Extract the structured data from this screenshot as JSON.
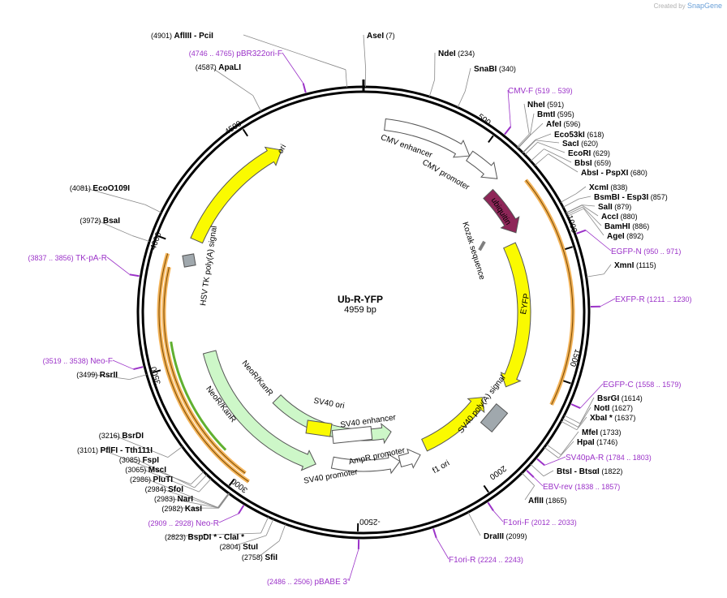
{
  "brand": {
    "created_by": "Created by",
    "app": "SnapGene"
  },
  "plasmid": {
    "name": "Ub-R-YFP",
    "length": "4959 bp",
    "total": 4959
  },
  "colors": {
    "backbone": "#000000",
    "yellow": "#fafa00",
    "ubiquitin": "#8e2658",
    "kozak": "#7f7f7f",
    "neo": "#cdf7c8",
    "grey_box": "#a0a8ad",
    "primer": "#9b32c8",
    "orange": "#f0a030",
    "green_arrow": "#60b030"
  },
  "ticks": [
    "500",
    "1000",
    "1500",
    "2000",
    "2500",
    "3000",
    "3500",
    "4000",
    "4500"
  ],
  "sites": [
    {
      "name": "AflIII",
      "extra": "PciI",
      "pos": "(4901)",
      "bp": 4901
    },
    {
      "name": "AseI",
      "pos": "(7)",
      "bp": 7
    },
    {
      "name": "NdeI",
      "pos": "(234)",
      "bp": 234
    },
    {
      "name": "SnaBI",
      "pos": "(340)",
      "bp": 340
    },
    {
      "name": "NheI",
      "pos": "(591)",
      "bp": 591
    },
    {
      "name": "BmtI",
      "pos": "(595)",
      "bp": 595
    },
    {
      "name": "AfeI",
      "pos": "(596)",
      "bp": 596
    },
    {
      "name": "Eco53kI",
      "pos": "(618)",
      "bp": 618
    },
    {
      "name": "SacI",
      "pos": "(620)",
      "bp": 620
    },
    {
      "name": "EcoRI",
      "pos": "(629)",
      "bp": 629
    },
    {
      "name": "BbsI",
      "pos": "(659)",
      "bp": 659
    },
    {
      "name": "AbsI",
      "extra": "PspXI",
      "pos": "(680)",
      "bp": 680
    },
    {
      "name": "XcmI",
      "pos": "(838)",
      "bp": 838
    },
    {
      "name": "BsmBI",
      "extra": "Esp3I",
      "pos": "(857)",
      "bp": 857
    },
    {
      "name": "SalI",
      "pos": "(879)",
      "bp": 879
    },
    {
      "name": "AccI",
      "pos": "(880)",
      "bp": 880
    },
    {
      "name": "BamHI",
      "pos": "(886)",
      "bp": 886
    },
    {
      "name": "AgeI",
      "pos": "(892)",
      "bp": 892
    },
    {
      "name": "XmnI",
      "pos": "(1115)",
      "bp": 1115
    },
    {
      "name": "BsrGI",
      "pos": "(1614)",
      "bp": 1614
    },
    {
      "name": "NotI",
      "pos": "(1627)",
      "bp": 1627
    },
    {
      "name": "XbaI *",
      "pos": "(1637)",
      "bp": 1637
    },
    {
      "name": "MfeI",
      "pos": "(1733)",
      "bp": 1733
    },
    {
      "name": "HpaI",
      "pos": "(1746)",
      "bp": 1746
    },
    {
      "name": "BtsI",
      "extra": "BtsαI",
      "pos": "(1822)",
      "bp": 1822
    },
    {
      "name": "AflII",
      "pos": "(1865)",
      "bp": 1865
    },
    {
      "name": "DraIII",
      "pos": "(2099)",
      "bp": 2099
    },
    {
      "name": "SfiI",
      "pos": "(2758)",
      "bp": 2758
    },
    {
      "name": "StuI",
      "pos": "(2804)",
      "bp": 2804
    },
    {
      "name": "BspDI *",
      "extra": "ClaI *",
      "pos": "(2823)",
      "bp": 2823
    },
    {
      "name": "KasI",
      "pos": "(2982)",
      "bp": 2982
    },
    {
      "name": "NarI",
      "pos": "(2983)",
      "bp": 2983
    },
    {
      "name": "SfoI",
      "pos": "(2984)",
      "bp": 2984
    },
    {
      "name": "PluTI",
      "pos": "(2986)",
      "bp": 2986
    },
    {
      "name": "MscI",
      "pos": "(3065)",
      "bp": 3065
    },
    {
      "name": "FspI",
      "pos": "(3085)",
      "bp": 3085
    },
    {
      "name": "PflFI",
      "extra": "Tth111I",
      "pos": "(3101)",
      "bp": 3101
    },
    {
      "name": "BsrDI",
      "pos": "(3216)",
      "bp": 3216
    },
    {
      "name": "RsrII",
      "pos": "(3499)",
      "bp": 3499
    },
    {
      "name": "BsaI",
      "pos": "(3972)",
      "bp": 3972
    },
    {
      "name": "EcoO109I",
      "pos": "(4081)",
      "bp": 4081
    },
    {
      "name": "ApaLI",
      "pos": "(4587)",
      "bp": 4587
    }
  ],
  "primers": [
    {
      "name": "pBR322ori-F",
      "range": "(4746 .. 4765)"
    },
    {
      "name": "CMV-F",
      "range": "(519 .. 539)"
    },
    {
      "name": "EGFP-N",
      "range": "(950 .. 971)"
    },
    {
      "name": "EXFP-R",
      "range": "(1211 .. 1230)"
    },
    {
      "name": "EGFP-C",
      "range": "(1558 .. 1579)"
    },
    {
      "name": "SV40pA-R",
      "range": "(1784 .. 1803)"
    },
    {
      "name": "EBV-rev",
      "range": "(1838 .. 1857)"
    },
    {
      "name": "F1ori-F",
      "range": "(2012 .. 2033)"
    },
    {
      "name": "F1ori-R",
      "range": "(2224 .. 2243)"
    },
    {
      "name": "pBABE 3'",
      "range": "(2486 .. 2506)"
    },
    {
      "name": "Neo-R",
      "range": "(2909 .. 2928)"
    },
    {
      "name": "Neo-F",
      "range": "(3519 .. 3538)"
    },
    {
      "name": "TK-pA-R",
      "range": "(3837 .. 3856)"
    }
  ],
  "features": [
    {
      "name": "ori"
    },
    {
      "name": "CMV enhancer"
    },
    {
      "name": "CMV promoter"
    },
    {
      "name": "ubiquitin"
    },
    {
      "name": "Kozak sequence"
    },
    {
      "name": "EYFP"
    },
    {
      "name": "SV40 poly(A) signal"
    },
    {
      "name": "f1 ori"
    },
    {
      "name": "AmpR promoter"
    },
    {
      "name": "SV40 promoter"
    },
    {
      "name": "SV40 ori"
    },
    {
      "name": "SV40 enhancer"
    },
    {
      "name": "NeoR/KanR"
    },
    {
      "name": "HSV TK poly(A) signal"
    }
  ]
}
